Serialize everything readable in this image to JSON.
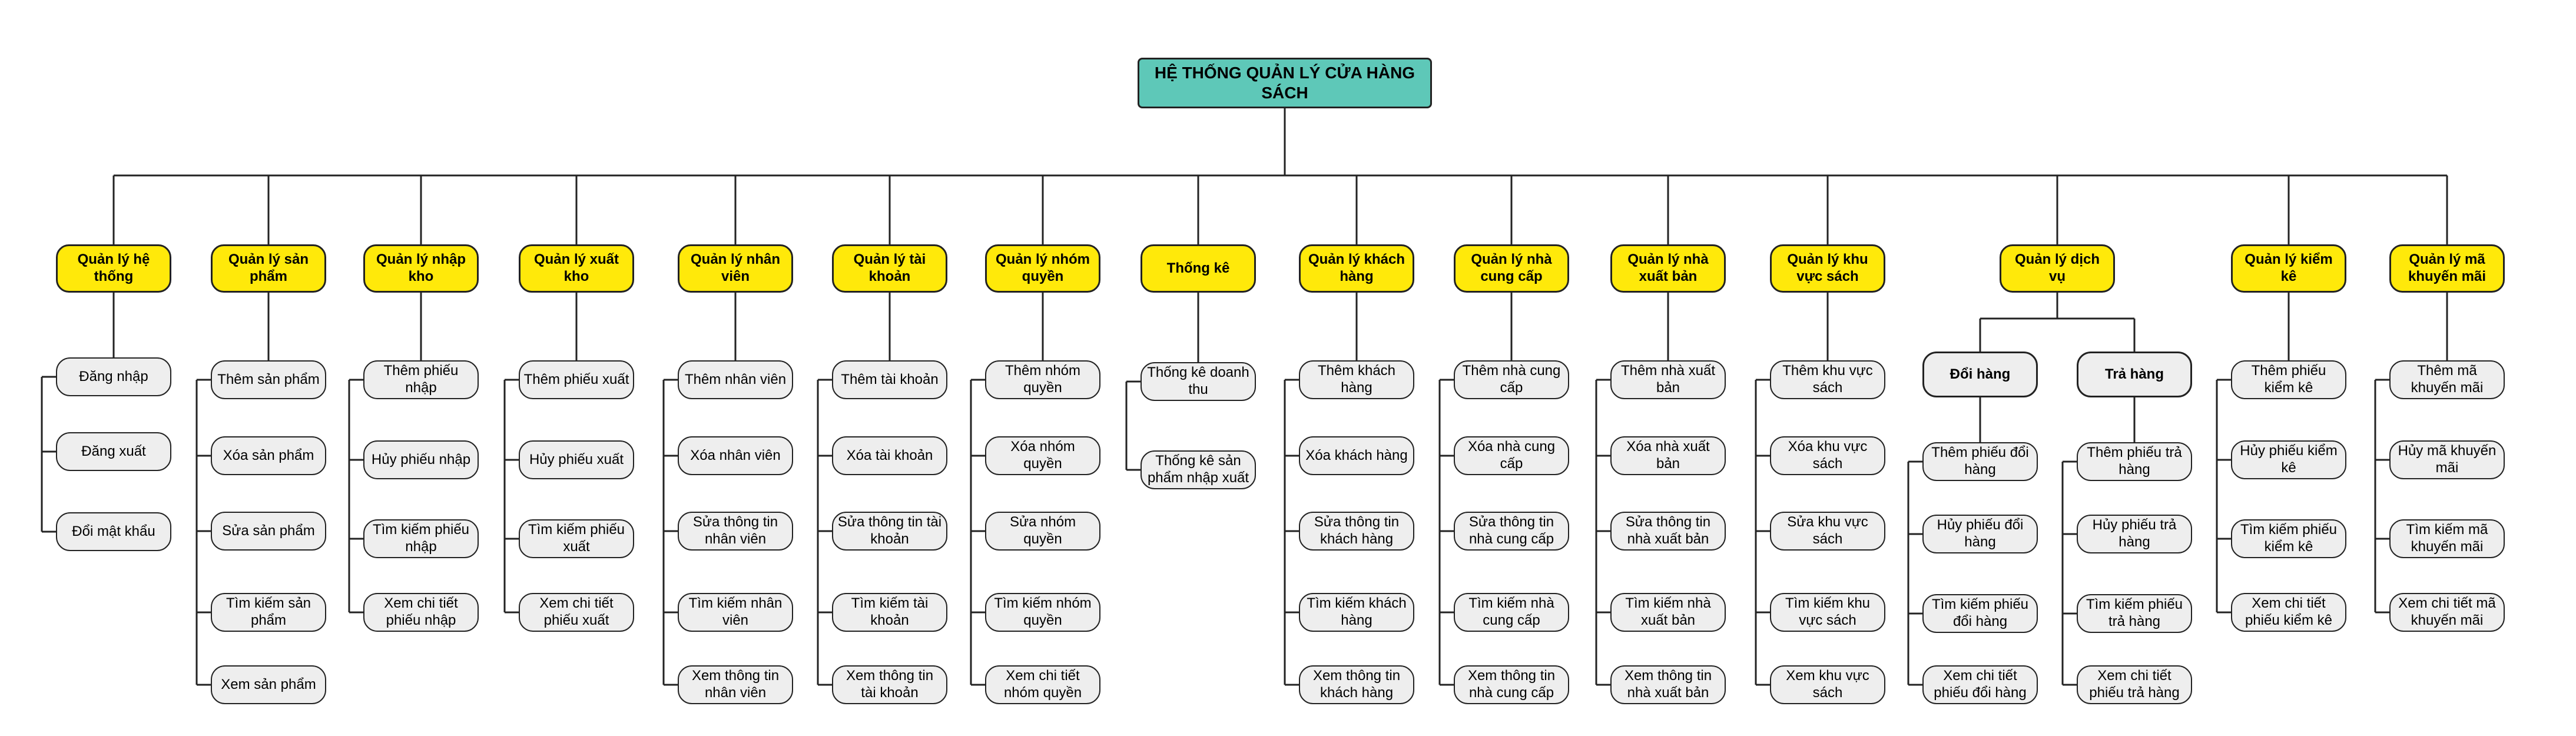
{
  "title": "HỆ THỐNG QUẢN LÝ CỬA HÀNG SÁCH",
  "modules": [
    {
      "label": "Quản lý hệ thống",
      "children": [
        "Đăng nhập",
        "Đăng xuất",
        "Đổi mật khẩu"
      ]
    },
    {
      "label": "Quản lý sản phẩm",
      "children": [
        "Thêm sản phẩm",
        "Xóa sản phẩm",
        "Sửa sản phẩm",
        "Tìm kiếm sản phẩm",
        "Xem sản phẩm"
      ]
    },
    {
      "label": "Quản lý nhập kho",
      "children": [
        "Thêm phiếu nhập",
        "Hủy phiếu nhập",
        "Tìm kiếm phiếu nhập",
        "Xem chi tiết phiếu nhập"
      ]
    },
    {
      "label": "Quản lý xuất kho",
      "children": [
        "Thêm phiếu xuất",
        "Hủy phiếu xuất",
        "Tìm kiếm phiếu xuất",
        "Xem chi tiết phiếu xuất"
      ]
    },
    {
      "label": "Quản lý nhân viên",
      "children": [
        "Thêm nhân viên",
        "Xóa nhân viên",
        "Sửa thông tin nhân viên",
        "Tìm kiếm nhân viên",
        "Xem thông tin nhân viên"
      ]
    },
    {
      "label": "Quản lý tài khoản",
      "children": [
        "Thêm tài khoản",
        "Xóa tài khoản",
        "Sửa thông tin tài khoản",
        "Tìm kiếm tài khoản",
        "Xem thông tin tài khoản"
      ]
    },
    {
      "label": "Quản lý nhóm quyền",
      "children": [
        "Thêm nhóm quyền",
        "Xóa nhóm quyền",
        "Sửa nhóm quyền",
        "Tìm kiếm nhóm quyền",
        "Xem chi tiết nhóm quyền"
      ]
    },
    {
      "label": "Thống kê",
      "children": [
        "Thống kê doanh thu",
        "Thống kê sản phẩm nhập xuất"
      ]
    },
    {
      "label": "Quản lý khách hàng",
      "children": [
        "Thêm khách hàng",
        "Xóa khách hàng",
        "Sửa thông tin khách hàng",
        "Tìm kiếm khách hàng",
        "Xem thông tin khách hàng"
      ]
    },
    {
      "label": "Quản lý nhà cung cấp",
      "children": [
        "Thêm nhà cung cấp",
        "Xóa nhà cung cấp",
        "Sửa thông tin nhà cung cấp",
        "Tìm kiếm nhà cung cấp",
        "Xem thông tin nhà cung cấp"
      ]
    },
    {
      "label": "Quản lý nhà xuất bản",
      "children": [
        "Thêm nhà xuất bản",
        "Xóa nhà xuất bản",
        "Sửa thông tin nhà xuất bản",
        "Tìm kiếm nhà xuất bản",
        "Xem thông tin nhà xuất bản"
      ]
    },
    {
      "label": "Quản lý khu vực sách",
      "children": [
        "Thêm khu vực sách",
        "Xóa khu vực sách",
        "Sửa khu vực sách",
        "Tìm kiếm khu vực sách",
        "Xem khu vực sách"
      ]
    },
    {
      "label": "Quản lý dịch vụ",
      "subgroups": [
        {
          "label": "Đổi hàng",
          "children": [
            "Thêm phiếu đổi hàng",
            "Hủy phiếu đổi hàng",
            "Tìm kiếm phiếu đổi hàng",
            "Xem chi tiết phiếu đổi hàng"
          ]
        },
        {
          "label": "Trả hàng",
          "children": [
            "Thêm phiếu trả hàng",
            "Hủy phiếu trả hàng",
            "Tìm kiếm phiếu trả hàng",
            "Xem chi tiết phiếu trả hàng"
          ]
        }
      ]
    },
    {
      "label": "Quản lý kiểm kê",
      "children": [
        "Thêm phiếu kiểm kê",
        "Hủy phiếu kiểm kê",
        "Tìm kiếm phiếu kiểm kê",
        "Xem chi tiết phiếu kiểm kê"
      ]
    },
    {
      "label": "Quản lý mã khuyến mãi",
      "children": [
        "Thêm mã khuyến mãi",
        "Hủy mã khuyến mãi",
        "Tìm kiếm mã khuyến mãi",
        "Xem chi tiết mã khuyến mãi"
      ]
    }
  ]
}
